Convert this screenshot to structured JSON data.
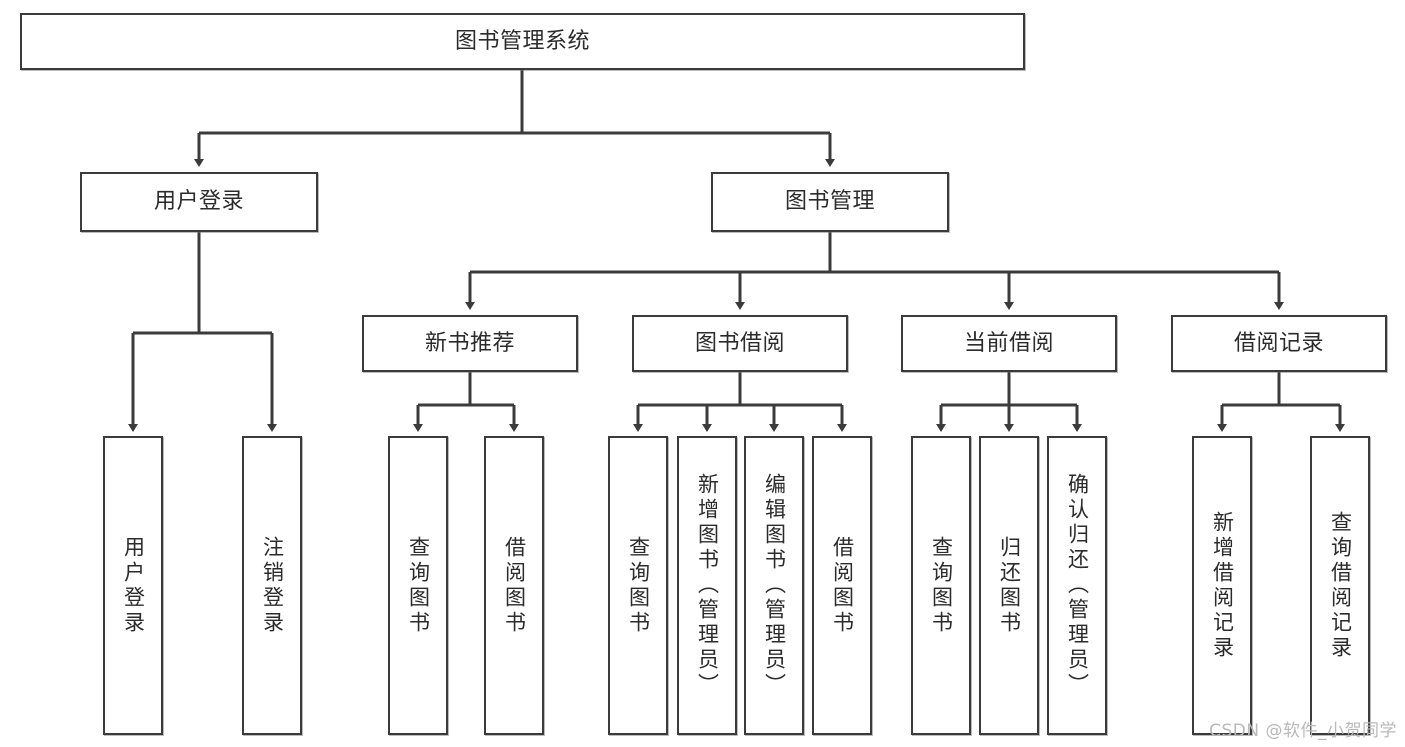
{
  "diagram": {
    "type": "hierarchy-tree",
    "root": {
      "label": "图书管理系统"
    },
    "level2": [
      {
        "label": "用户登录"
      },
      {
        "label": "图书管理"
      }
    ],
    "level3": [
      {
        "label": "新书推荐"
      },
      {
        "label": "图书借阅"
      },
      {
        "label": "当前借阅"
      },
      {
        "label": "借阅记录"
      }
    ],
    "leaves": {
      "user_login": [
        {
          "label": "用户登录"
        },
        {
          "label": "注销登录"
        }
      ],
      "new_book_recommend": [
        {
          "label": "查询图书"
        },
        {
          "label": "借阅图书"
        }
      ],
      "book_borrow": [
        {
          "label": "查询图书"
        },
        {
          "label": "新增图书（管理员）"
        },
        {
          "label": "编辑图书（管理员）"
        },
        {
          "label": "借阅图书"
        }
      ],
      "current_borrow": [
        {
          "label": "查询图书"
        },
        {
          "label": "归还图书"
        },
        {
          "label": "确认归还（管理员）"
        }
      ],
      "borrow_record": [
        {
          "label": "新增借阅记录"
        },
        {
          "label": "查询借阅记录"
        }
      ]
    }
  },
  "watermark": {
    "text": "CSDN @软件_小贺同学"
  },
  "colors": {
    "stroke": "#3b3b3b",
    "text": "#2b2b2b",
    "background": "#ffffff",
    "watermark": "#b9b9b9"
  }
}
